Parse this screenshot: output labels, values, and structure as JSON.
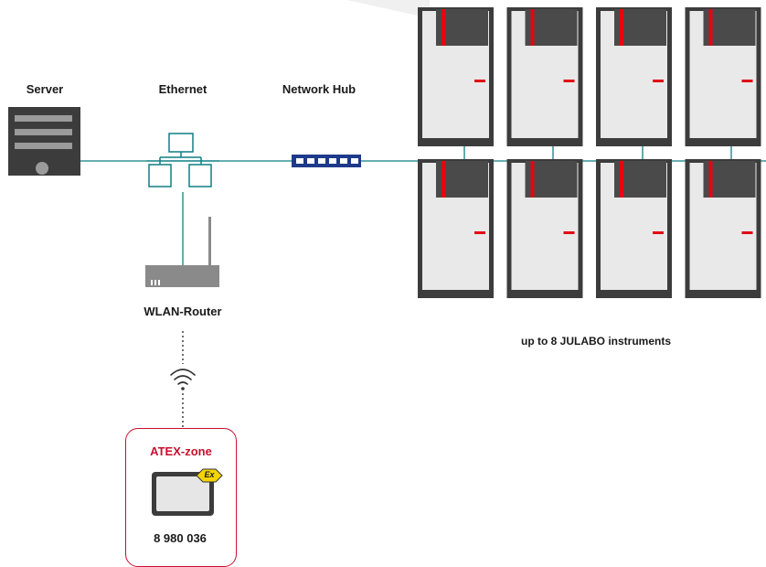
{
  "labels": {
    "server": "Server",
    "ethernet": "Ethernet",
    "network_hub": "Network Hub",
    "wlan_router": "WLAN-Router",
    "instruments": "up to 8 JULABO instruments",
    "atex_zone": "ATEX-zone",
    "device_number": "8 980 036",
    "ex_mark": "Ex"
  },
  "instruments": {
    "count": 8,
    "rows": 2,
    "columns": 4
  },
  "icons": {
    "server": "server-icon",
    "ethernet": "ethernet-network-icon",
    "hub": "network-hub-icon",
    "router": "wlan-router-icon",
    "wifi": "wifi-signal-icon",
    "tablet": "tablet-icon",
    "ex": "atex-ex-warning-icon",
    "instrument": "julabo-instrument-icon"
  },
  "colors": {
    "line": "#0f7f83",
    "atex_red": "#c8102e",
    "instrument_red": "#e30613",
    "hub_blue": "#1e3a8a",
    "server_dark": "#3c3c3c",
    "ex_yellow": "#f5d400"
  }
}
